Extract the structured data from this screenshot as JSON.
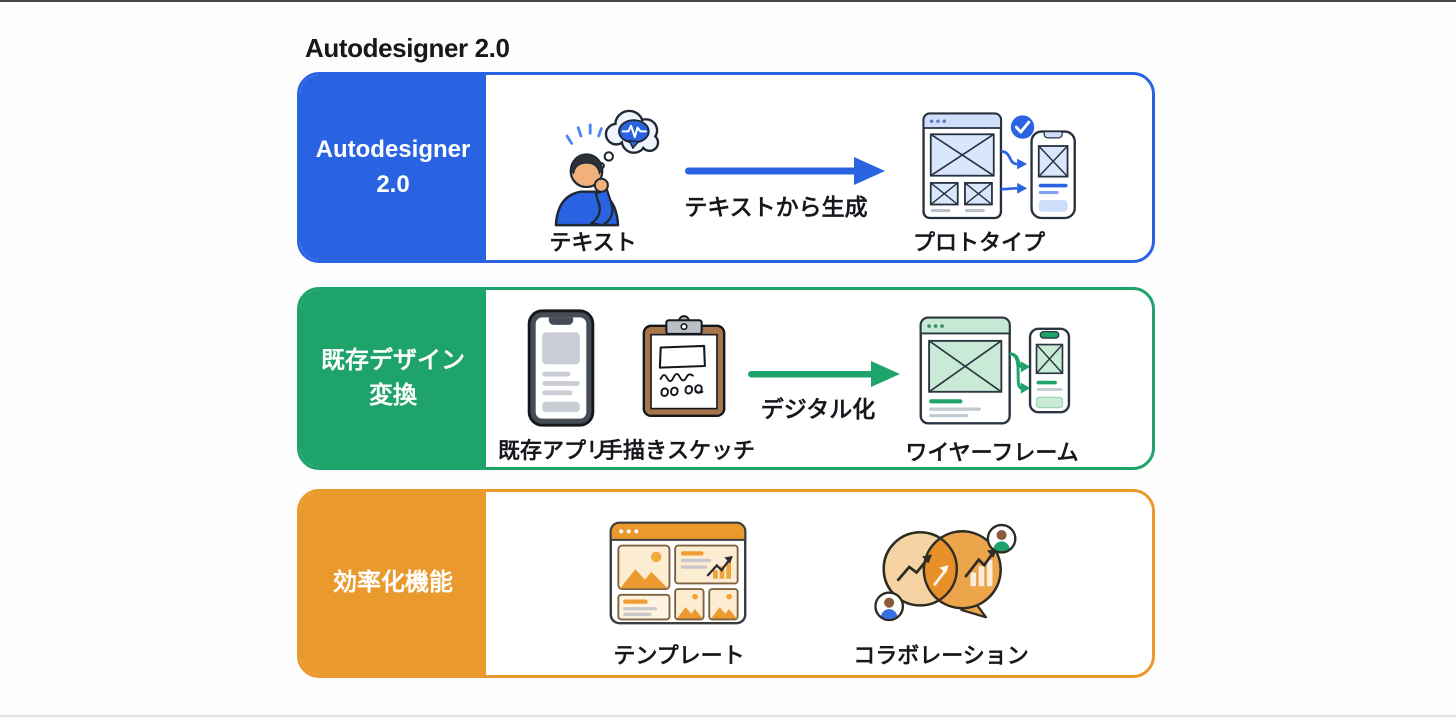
{
  "title": "Autodesigner 2.0",
  "colors": {
    "blue": "#2a63e2",
    "green": "#1ea36b",
    "orange": "#ea9a2d",
    "ink": "#15181d"
  },
  "sections": {
    "autodesigner": {
      "label": "Autodesigner\n2.0",
      "source_label": "テキスト",
      "arrow_label": "テキストから生成",
      "result_label": "プロトタイプ",
      "icons": {
        "source": "thinking-person-icon",
        "arrow": "right-arrow-icon",
        "result": "prototype-screens-icon",
        "badge": "check-badge-icon"
      }
    },
    "conversion": {
      "label": "既存デザイン\n変換",
      "source1_label": "既存アプリ",
      "source2_label": "手描きスケッチ",
      "arrow_label": "デジタル化",
      "result_label": "ワイヤーフレーム",
      "icons": {
        "source1": "mobile-app-icon",
        "source2": "sketch-clipboard-icon",
        "arrow": "right-arrow-icon",
        "result": "wireframe-screens-icon"
      }
    },
    "efficiency": {
      "label": "効率化機能",
      "item1_label": "テンプレート",
      "item2_label": "コラボレーション",
      "icons": {
        "item1": "template-browser-icon",
        "item2": "collaboration-bubbles-icon"
      }
    }
  }
}
